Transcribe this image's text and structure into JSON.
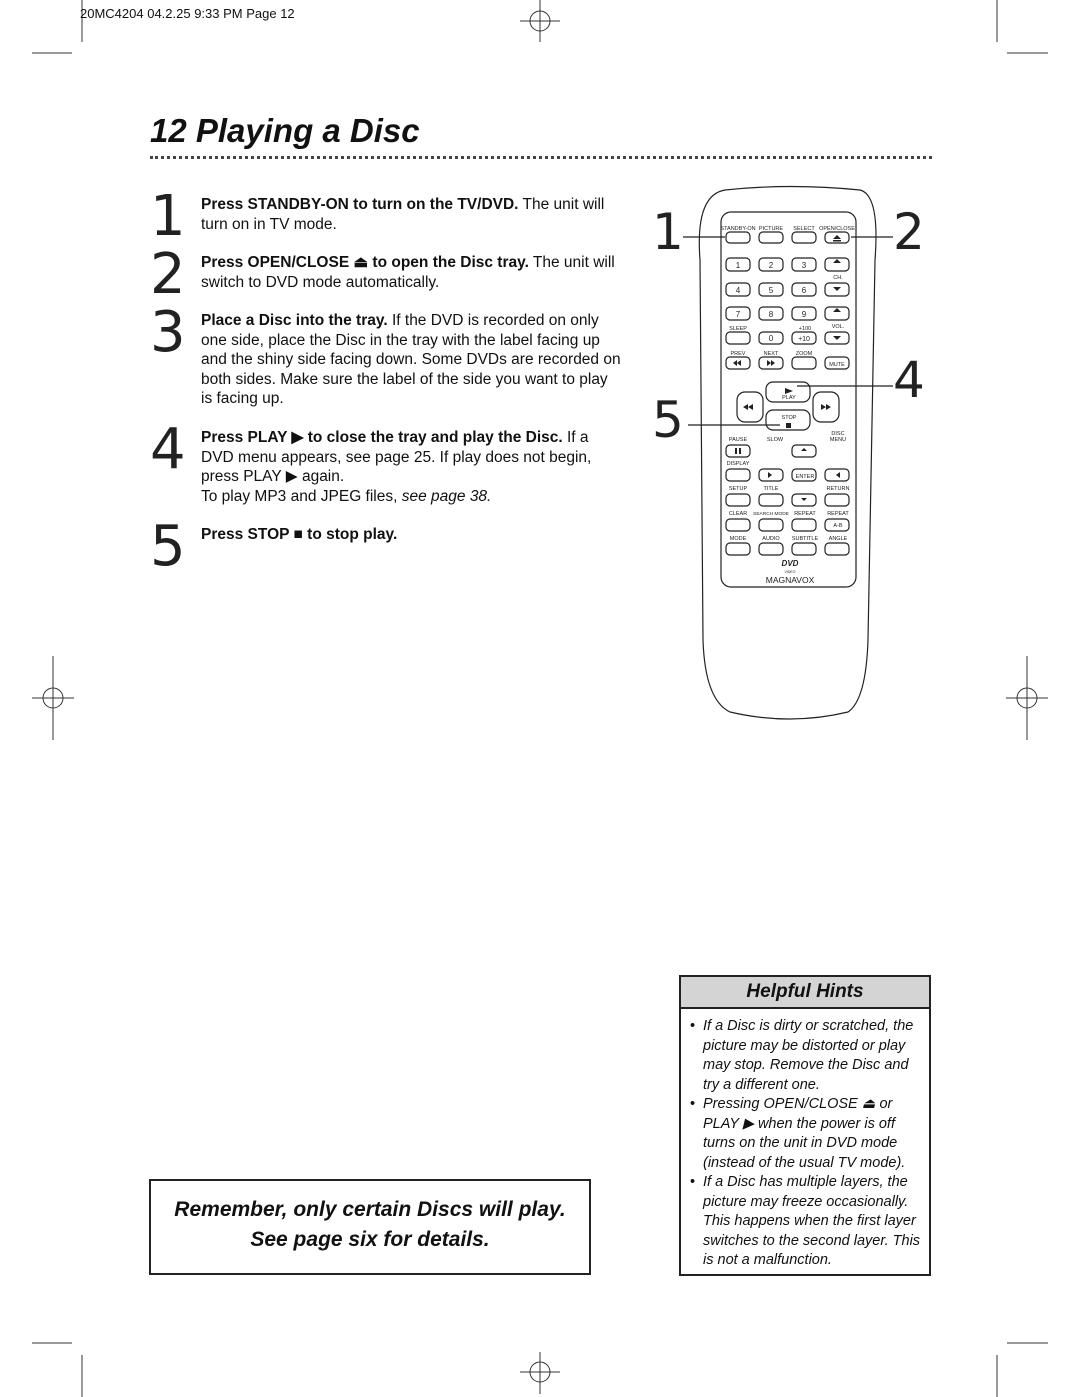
{
  "slug": "20MC4204  04.2.25  9:33 PM  Page 12",
  "title": "12  Playing a Disc",
  "steps": [
    {
      "num": "1",
      "bold": "Press STANDBY-ON to turn on the TV/DVD.",
      "rest": " The unit will turn on in TV mode."
    },
    {
      "num": "2",
      "bold": "Press OPEN/CLOSE ⏏ to open the Disc tray.",
      "rest": " The unit will switch to DVD mode automatically."
    },
    {
      "num": "3",
      "bold": "Place a Disc into the tray.",
      "rest": " If the DVD is recorded on only one side, place the Disc in the tray with the label facing up and the shiny side facing down. Some DVDs are recorded on both sides. Make sure the label of the side you want to play is facing up."
    },
    {
      "num": "4",
      "bold": "Press PLAY ▶ to close the tray and play the Disc.",
      "rest": " If a DVD menu appears, see page 25. If play does not begin, press PLAY ▶ again.",
      "extra": "To play MP3 and JPEG files,",
      "extra_italic": " see page 38."
    },
    {
      "num": "5",
      "bold": "Press STOP ■ to stop play.",
      "rest": ""
    }
  ],
  "remote": {
    "callouts": [
      "1",
      "2",
      "4",
      "5"
    ],
    "labels": {
      "standby": "STANDBY-ON",
      "picture": "PICTURE",
      "select": "SELECT",
      "openclose": "OPEN/CLOSE",
      "ch": "CH.",
      "sleep": "SLEEP",
      "plus100": "+100",
      "vol": "VOL.",
      "plus10": "+10",
      "prev": "PREV",
      "next": "NEXT",
      "zoom": "ZOOM",
      "mute": "MUTE",
      "play": "PLAY",
      "stop": "STOP",
      "pause": "PAUSE",
      "slow": "SLOW",
      "disc": "DISC",
      "menu": "MENU",
      "display": "DISPLAY",
      "enter": "ENTER",
      "setup": "SETUP",
      "title": "TITLE",
      "return": "RETURN",
      "clear": "CLEAR",
      "searchmode": "SEARCH MODE",
      "repeat1": "REPEAT",
      "repeat2": "REPEAT",
      "ab": "A-B",
      "mode": "MODE",
      "audio": "AUDIO",
      "subtitle": "SUBTITLE",
      "angle": "ANGLE",
      "dvd": "DVD",
      "video": "VIDEO",
      "brand": "MAGNAVOX"
    },
    "digits": [
      "1",
      "2",
      "3",
      "4",
      "5",
      "6",
      "7",
      "8",
      "9",
      "0"
    ]
  },
  "remember": {
    "line1": "Remember, only certain Discs will play.",
    "line2": "See page six for details."
  },
  "hints": {
    "heading": "Helpful Hints",
    "items": [
      "If a Disc is dirty or scratched, the picture may be distorted or play may stop. Remove the Disc and try a different one.",
      "Pressing OPEN/CLOSE ⏏ or PLAY ▶ when the power is off turns on the unit in DVD mode (instead of the usual TV mode).",
      "If a Disc has multiple layers, the picture may freeze occasionally. This happens when the first layer switches to the second layer. This is not a malfunction."
    ]
  }
}
